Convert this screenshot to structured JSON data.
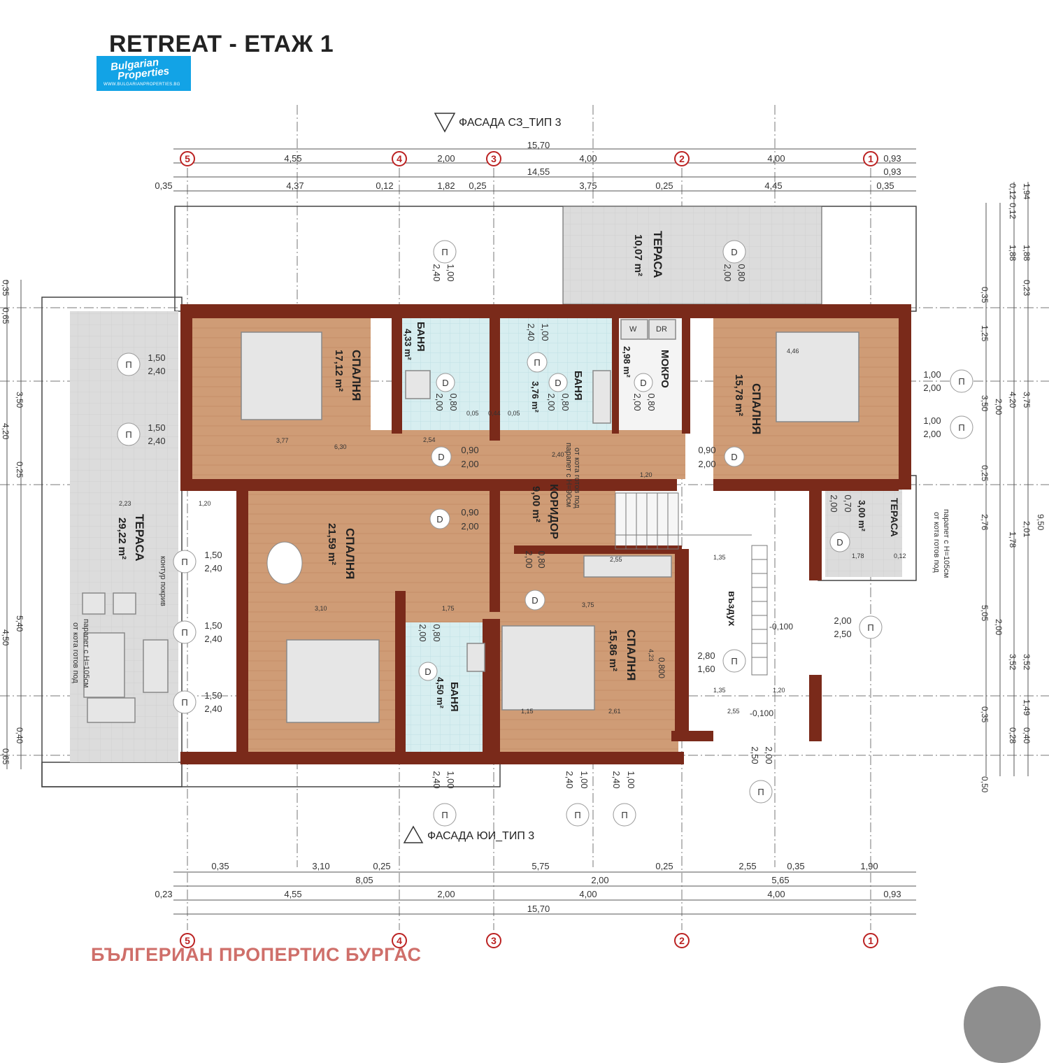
{
  "title": "RETREAT - ЕТАЖ 1",
  "logo": {
    "line1": "Bulgarian",
    "line2": "Properties",
    "url": "WWW.BULGARIANPROPERTIES.BG"
  },
  "footer": "БЪЛГЕРИАН ПРОПЕРТИС БУРГАС",
  "facades": {
    "top": "ФАСАДА СЗ_ТИП 3",
    "bottom": "ФАСАДА ЮИ_ТИП 3"
  },
  "axes": [
    "5",
    "4",
    "3",
    "2",
    "1"
  ],
  "dims": {
    "top_total": "15,70",
    "top_row1": [
      "4,55",
      "2,00",
      "4,00",
      "4,00",
      "0,93"
    ],
    "top_row2": [
      "14,55",
      "0,93"
    ],
    "top_row3": [
      "0,35",
      "4,37",
      "0,12",
      "1,82",
      "0,25",
      "3,75",
      "0,25",
      "4,45",
      "0,35"
    ],
    "bottom_row1": [
      "0,35",
      "3,10",
      "0,25",
      "5,75",
      "0,25",
      "2,55",
      "0,35",
      "1,90"
    ],
    "bottom_row2": [
      "8,05",
      "2,00",
      "5,65"
    ],
    "bottom_row3": [
      "0,23",
      "4,55",
      "2,00",
      "4,00",
      "4,00",
      "0,93"
    ],
    "bottom_total": "15,70",
    "right_col1": [
      "0,35",
      "1,25",
      "3,50",
      "0,25",
      "2,76",
      "5,05",
      "0,35",
      "0,50"
    ],
    "right_col2": [
      "2,00",
      "2,00"
    ],
    "right_col3": [
      "0,12",
      "0,12",
      "1,88",
      "4,20",
      "1,78",
      "3,52",
      "0,28"
    ],
    "right_col4": [
      "1,94",
      "1,88",
      "0,23",
      "3,75",
      "2,01",
      "9,50",
      "3,52",
      "1,49",
      "0,40"
    ],
    "left_col": [
      "0,35",
      "0,65",
      "3,50",
      "4,20",
      "0,25",
      "5,40",
      "4,50",
      "0,40",
      "0,65"
    ]
  },
  "rooms": [
    {
      "name": "СПАЛНЯ",
      "area": "17,12 m²"
    },
    {
      "name": "БАНЯ",
      "area": "4,33 m²"
    },
    {
      "name": "БАНЯ",
      "area": "3,76 m²"
    },
    {
      "name": "МОКРО",
      "area": "2,98 m²"
    },
    {
      "name": "СПАЛНЯ",
      "area": "15,78 m²"
    },
    {
      "name": "ТЕРАСА",
      "area": "10,07 m²"
    },
    {
      "name": "ТЕРАСА",
      "area": "29,22 m²"
    },
    {
      "name": "СПАЛНЯ",
      "area": "21,59 m²"
    },
    {
      "name": "КОРИДОР",
      "area": "9,00 m²"
    },
    {
      "name": "БАНЯ",
      "area": "4,50 m²"
    },
    {
      "name": "СПАЛНЯ",
      "area": "15,86 m²"
    },
    {
      "name": "ТЕРАСА",
      "area": "3,00 m²"
    },
    {
      "name": "въздух",
      "area": ""
    }
  ],
  "notes": {
    "parapet90": "парапет с H=90см",
    "parapet90b": "от кота готов под",
    "parapet105": "парапет с H=105см",
    "parapet105b": "от кота готов под",
    "roof": "контур покрив",
    "wd": [
      "W",
      "DR"
    ]
  },
  "window_labels": [
    {
      "w": "1,50",
      "h": "2,40"
    },
    {
      "w": "1,50",
      "h": "2,40"
    },
    {
      "w": "1,50",
      "h": "2,40"
    },
    {
      "w": "1,50",
      "h": "2,40"
    },
    {
      "w": "1,50",
      "h": "2,40"
    },
    {
      "w": "1,00",
      "h": "2,00"
    },
    {
      "w": "1,00",
      "h": "2,00"
    },
    {
      "w": "2,00",
      "h": "2,50"
    },
    {
      "w": "2,80",
      "h": "1,60"
    },
    {
      "w": "1,00",
      "h": "2,40"
    },
    {
      "w": "1,00",
      "h": "2,40"
    },
    {
      "w": "1,00",
      "h": "2,40"
    },
    {
      "w": "2,00",
      "h": "2,50"
    }
  ],
  "door_labels": [
    {
      "w": "0,90",
      "h": "2,00"
    },
    {
      "w": "0,90",
      "h": "2,00"
    },
    {
      "w": "0,90",
      "h": "2,00"
    },
    {
      "w": "0,80",
      "h": "2,00"
    },
    {
      "w": "0,80",
      "h": "2,00"
    },
    {
      "w": "0,80",
      "h": "2,00"
    },
    {
      "w": "0,80",
      "h": "2,00"
    },
    {
      "w": "0,80",
      "h": "2,00"
    },
    {
      "w": "0,80",
      "h": "2,00"
    },
    {
      "w": "0,70",
      "h": "2,00"
    }
  ],
  "window_symbol": "П",
  "door_symbol": "D",
  "misc_dims": [
    "0,05",
    "0,44",
    "0,05",
    "3,77",
    "6,30",
    "2,54",
    "2,40",
    "1,20",
    "2,23",
    "1,20",
    "3,10",
    "1,75",
    "3,75",
    "2,55",
    "1,35",
    "1,35",
    "1,20",
    "2,55",
    "-0,100",
    "-0,100",
    "1,15",
    "2,61",
    "4,23",
    "0,800",
    "1,78",
    "0,12",
    "4,46"
  ]
}
